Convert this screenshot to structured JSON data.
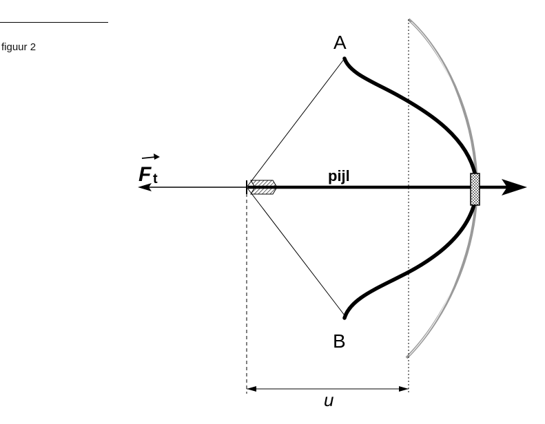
{
  "caption": "figuur 2",
  "labels": {
    "point_a": "A",
    "point_b": "B",
    "arrow": "pijl",
    "force_symbol": "F",
    "force_subscript": "t",
    "distance": "u"
  }
}
